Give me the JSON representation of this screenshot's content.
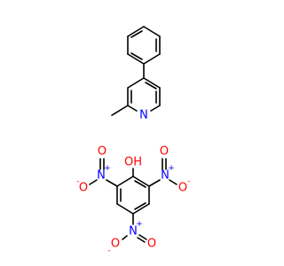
{
  "colors": {
    "carbon_bond": "#000000",
    "nitrogen": "#0000ff",
    "oxygen": "#ff0000",
    "background": "#ffffff"
  },
  "molecule_1": {
    "atoms": {
      "pyridine_n": "N"
    }
  },
  "molecule_2": {
    "atoms": {
      "hydroxyl": "OH",
      "nitro_left_n": "N",
      "nitro_left_n_charge": "+",
      "nitro_left_o_minus": "O",
      "nitro_left_o_minus_charge": "-",
      "nitro_left_o_double": "O",
      "nitro_right_n": "N",
      "nitro_right_n_charge": "+",
      "nitro_right_o_minus": "O",
      "nitro_right_o_minus_charge": "-",
      "nitro_right_o_double": "O",
      "nitro_bottom_n": "N",
      "nitro_bottom_n_charge": "+",
      "nitro_bottom_o_minus": "O",
      "nitro_bottom_o_minus_charge": "-",
      "nitro_bottom_o_double": "O"
    }
  }
}
